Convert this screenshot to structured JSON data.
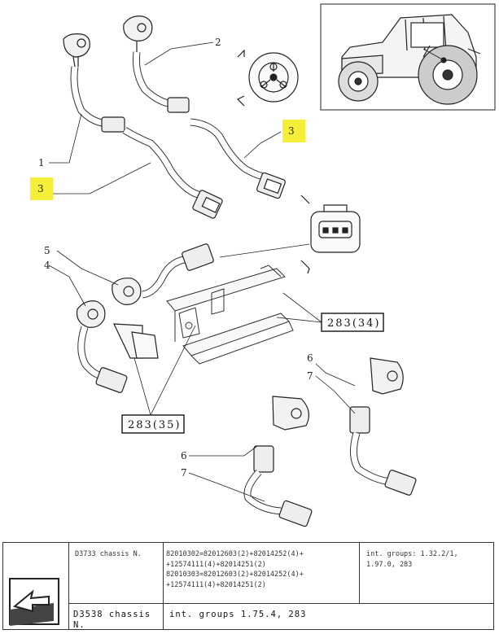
{
  "callouts": {
    "c1": "1",
    "c2": "2",
    "c3a": "3",
    "c3b": "3",
    "c4": "4",
    "c5": "5",
    "c6a": "6",
    "c7a": "7",
    "c6b": "6",
    "c7b": "7"
  },
  "references": {
    "ref_283_34": "283(34)",
    "ref_283_35": "283(35)"
  },
  "colors": {
    "highlight": "#f5ef3a",
    "line": "#222222"
  },
  "table": {
    "row1_chassis": "D3733 chassis N.",
    "row1_parts": "82010302=82012603(2)+82014252(4)+\n+12574111(4)+82014251(2)\n82010303=82012603(2)+82014252(4)+\n+12574111(4)+82014251(2)",
    "row1_groups": "int. groups: 1.32.2/1,\n1.97.0, 283",
    "row2_chassis": "D3538 chassis N.",
    "row2_groups": "int. groups 1.75.4, 283"
  },
  "icons": {
    "navigation": "arrow-exit-icon",
    "tractor": "tractor-illustration"
  }
}
